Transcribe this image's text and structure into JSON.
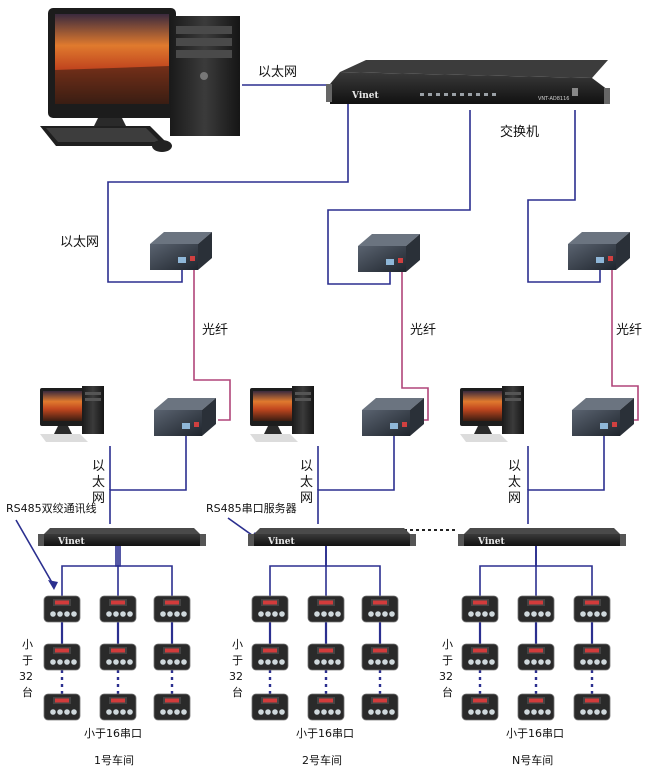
{
  "labels": {
    "eth_top": "以太网",
    "switch": "交换机",
    "eth_left": "以太网",
    "fiber": "光纤",
    "eth_vertical": [
      "以",
      "太",
      "网"
    ],
    "rs485_line": "RS485双绞通讯线",
    "serial_server": "RS485串口服务器",
    "less_than": [
      "小",
      "于",
      "32",
      "台"
    ],
    "ports": "小于16串口",
    "workshops": [
      "1号车间",
      "2号车间",
      "N号车间"
    ]
  },
  "brand": {
    "switch_logo": "Vinet",
    "switch_model": "VNT-AD8116",
    "server_logo": "Vinet"
  },
  "colors": {
    "ethernet": "#2b2f8f",
    "fiber": "#b0457a",
    "rs485": "#2b2f8f",
    "device_dark": "#232323"
  }
}
